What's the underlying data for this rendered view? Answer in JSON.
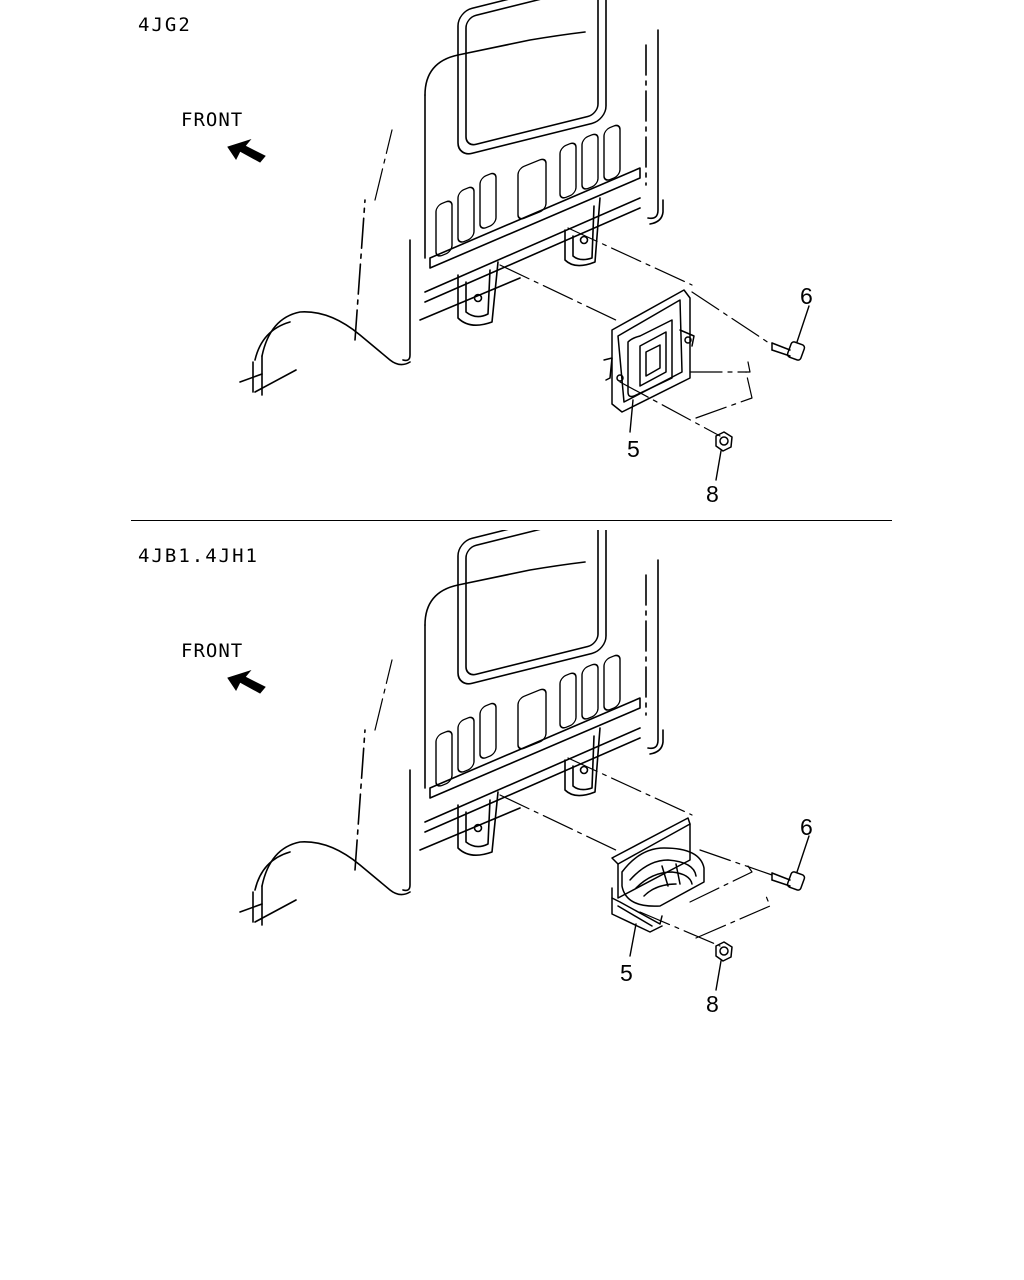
{
  "diagrams": [
    {
      "engine_label": "4JG2",
      "front_label": "FRONT",
      "callouts": {
        "part_5": "5",
        "part_6": "6",
        "part_8": "8"
      }
    },
    {
      "engine_label": "4JB1.4JH1",
      "front_label": "FRONT",
      "callouts": {
        "part_5": "5",
        "part_6": "6",
        "part_8": "8"
      }
    }
  ],
  "colors": {
    "line": "#000000",
    "background": "#ffffff"
  },
  "icons": {
    "front_arrow": "arrow-up-left-icon"
  }
}
